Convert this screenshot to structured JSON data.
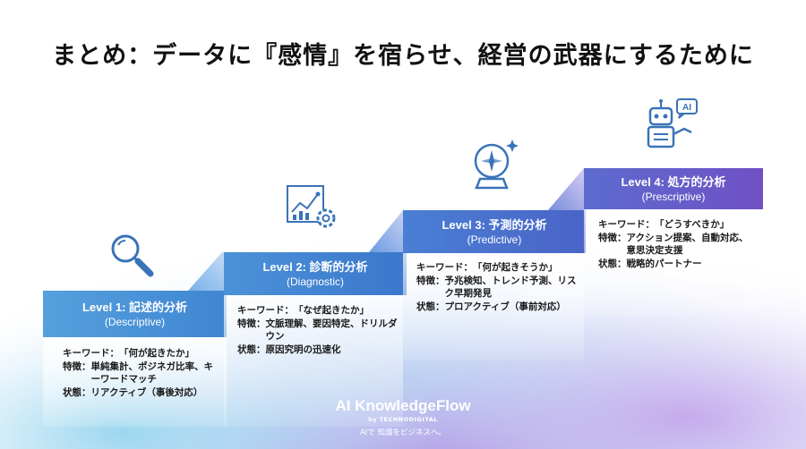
{
  "title": "まとめ：データに『感情』を宿らせ、経営の武器にするために",
  "levels": [
    {
      "level": "Level 1: 記述的分析",
      "en": "(Descriptive)",
      "rows": [
        {
          "k": "キーワード：",
          "v": "「何が起きたか」"
        },
        {
          "k": "特徴：",
          "v": "単純集計、ポジネガ比率、キーワードマッチ"
        },
        {
          "k": "状態：",
          "v": "リアクティブ（事後対応）"
        }
      ]
    },
    {
      "level": "Level 2: 診断的分析",
      "en": "(Diagnostic)",
      "rows": [
        {
          "k": "キーワード：",
          "v": "「なぜ起きたか」"
        },
        {
          "k": "特徴：",
          "v": "文脈理解、要因特定、ドリルダウン"
        },
        {
          "k": "状態：",
          "v": "原因究明の迅速化"
        }
      ]
    },
    {
      "level": "Level 3: 予測的分析",
      "en": "(Predictive)",
      "rows": [
        {
          "k": "キーワード：",
          "v": "「何が起きそうか」"
        },
        {
          "k": "特徴：",
          "v": "予兆検知、トレンド予測、リスク早期発見"
        },
        {
          "k": "状態：",
          "v": "プロアクティブ（事前対応）"
        }
      ]
    },
    {
      "level": "Level 4: 処方的分析",
      "en": "(Prescriptive)",
      "rows": [
        {
          "k": "キーワード：",
          "v": "「どうすべきか」"
        },
        {
          "k": "特徴：",
          "v": "アクション提案、自動対応、意思決定支援"
        },
        {
          "k": "状態：",
          "v": "戦略的パートナー"
        }
      ]
    }
  ],
  "icons": [
    "magnifier-icon",
    "chart-gear-icon",
    "crystal-ball-icon",
    "robot-ai-icon"
  ],
  "robot_bubble": "AI",
  "brand": {
    "name": "AI KnowledgeFlow",
    "by": "by TECHNODIGITAL",
    "tagline": "AIで 知識をビジネスへ。"
  },
  "colors": {
    "level1": "#4a90d9",
    "level2": "#3f7fd0",
    "level3": "#4a6fcf",
    "level4": "#6658c8",
    "icon": "#3a73b8"
  }
}
